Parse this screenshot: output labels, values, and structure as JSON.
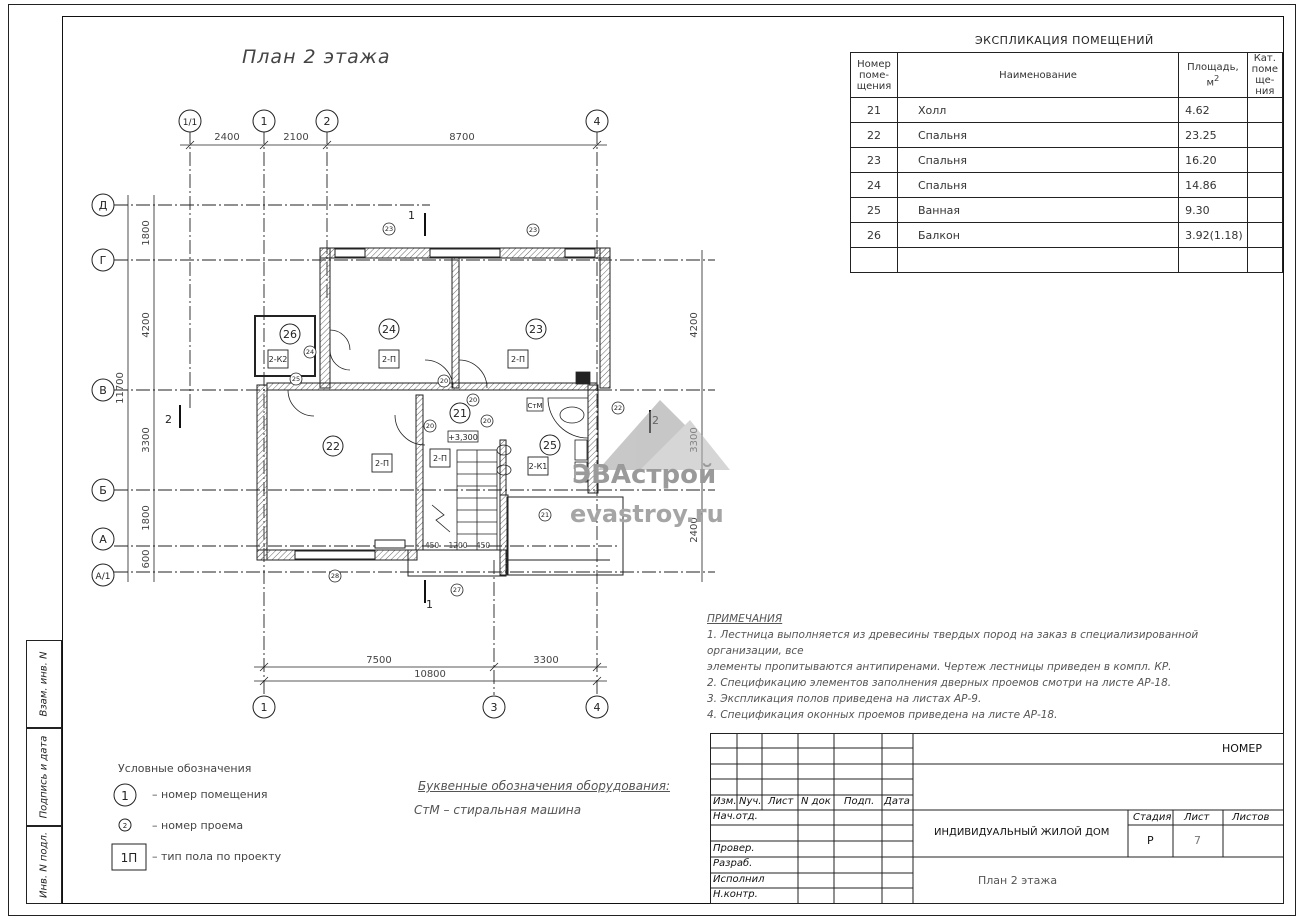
{
  "plan": {
    "title": "План 2 этажа",
    "axes_top": [
      "1/1",
      "1",
      "2",
      "4"
    ],
    "axes_bottom": [
      "1",
      "3",
      "4"
    ],
    "axes_left": [
      "Д",
      "Г",
      "В",
      "Б",
      "А",
      "А/1"
    ],
    "dims_top": [
      "2400",
      "2100",
      "8700"
    ],
    "dims_bottom": [
      "7500",
      "3300",
      "10800"
    ],
    "dims_left": [
      "1800",
      "4200",
      "3300",
      "1800",
      "600",
      "11700"
    ],
    "dims_right": [
      "4200",
      "3300",
      "2400"
    ],
    "section_marks": [
      "1",
      "1",
      "2",
      "2"
    ],
    "level_mark": "+3,300",
    "stair_dims": [
      "450",
      "1200",
      "450"
    ],
    "rooms": [
      {
        "num": "26",
        "floor": "2-К2"
      },
      {
        "num": "24",
        "floor": "2-П"
      },
      {
        "num": "23",
        "floor": "2-П"
      },
      {
        "num": "21",
        "floor": "2-П"
      },
      {
        "num": "22",
        "floor": "2-П"
      },
      {
        "num": "25",
        "floor": "2-К1"
      }
    ],
    "openings": [
      "23",
      "23",
      "24",
      "25",
      "20",
      "20",
      "20",
      "20",
      "22",
      "21",
      "28",
      "27"
    ],
    "equipment_label": "СтМ"
  },
  "explication": {
    "title": "ЭКСПЛИКАЦИЯ ПОМЕЩЕНИЙ",
    "headers": {
      "num": "Номер поме- щения",
      "name": "Наименование",
      "area": "Площадь, м",
      "area_sup": "2",
      "cat": "Кат. поме ще- ния"
    },
    "rows": [
      {
        "num": "21",
        "name": "Холл",
        "area": "4.62"
      },
      {
        "num": "22",
        "name": "Спальня",
        "area": "23.25"
      },
      {
        "num": "23",
        "name": "Спальня",
        "area": "16.20"
      },
      {
        "num": "24",
        "name": "Спальня",
        "area": "14.86"
      },
      {
        "num": "25",
        "name": "Ванная",
        "area": "9.30"
      },
      {
        "num": "26",
        "name": "Балкон",
        "area": "3.92(1.18)"
      }
    ]
  },
  "notes": {
    "title": "ПРИМЕЧАНИЯ",
    "items": [
      "1. Лестница выполняется из древесины твердых пород на заказ в специализированной организации, все",
      "элементы пропитываются антипиренами. Чертеж лестницы приведен в компл. КР.",
      "2. Спецификацию элементов заполнения дверных проемов смотри на листе АР-18.",
      "3. Экспликация полов приведена на листах АР-9.",
      "4. Спецификация оконных проемов приведена на листе АР-18."
    ]
  },
  "legend": {
    "title": "Условные обозначения",
    "room_symbol": "1",
    "room_text": "– номер помещения",
    "opening_symbol": "2",
    "opening_text": "– номер проема",
    "floor_symbol": "1П",
    "floor_text": "– тип пола по проекту"
  },
  "equipment": {
    "title": "Буквенные обозначения оборудования:",
    "item": "СтМ – стиральная машина"
  },
  "stamp": {
    "code": "НОМЕР",
    "cols": [
      "Изм.",
      "Nуч.",
      "Лист",
      "N док",
      "Подп.",
      "Дата"
    ],
    "rows": [
      "Нач.отд.",
      "Провер.",
      "Разраб.",
      "Исполнил",
      "Н.контр."
    ],
    "project": "ИНДИВИДУАЛЬНЫЙ ЖИЛОЙ ДОМ",
    "stage_label": "Стадия",
    "sheet_label": "Лист",
    "sheets_label": "Листов",
    "stage": "Р",
    "sheet": "7",
    "drawing": "План 2 этажа"
  },
  "side": [
    "Взам. инв. N",
    "Подпись и дата",
    "Инв. N подл."
  ],
  "watermark": {
    "brand": "ЭВАстрой",
    "site": "evastroy.ru"
  }
}
